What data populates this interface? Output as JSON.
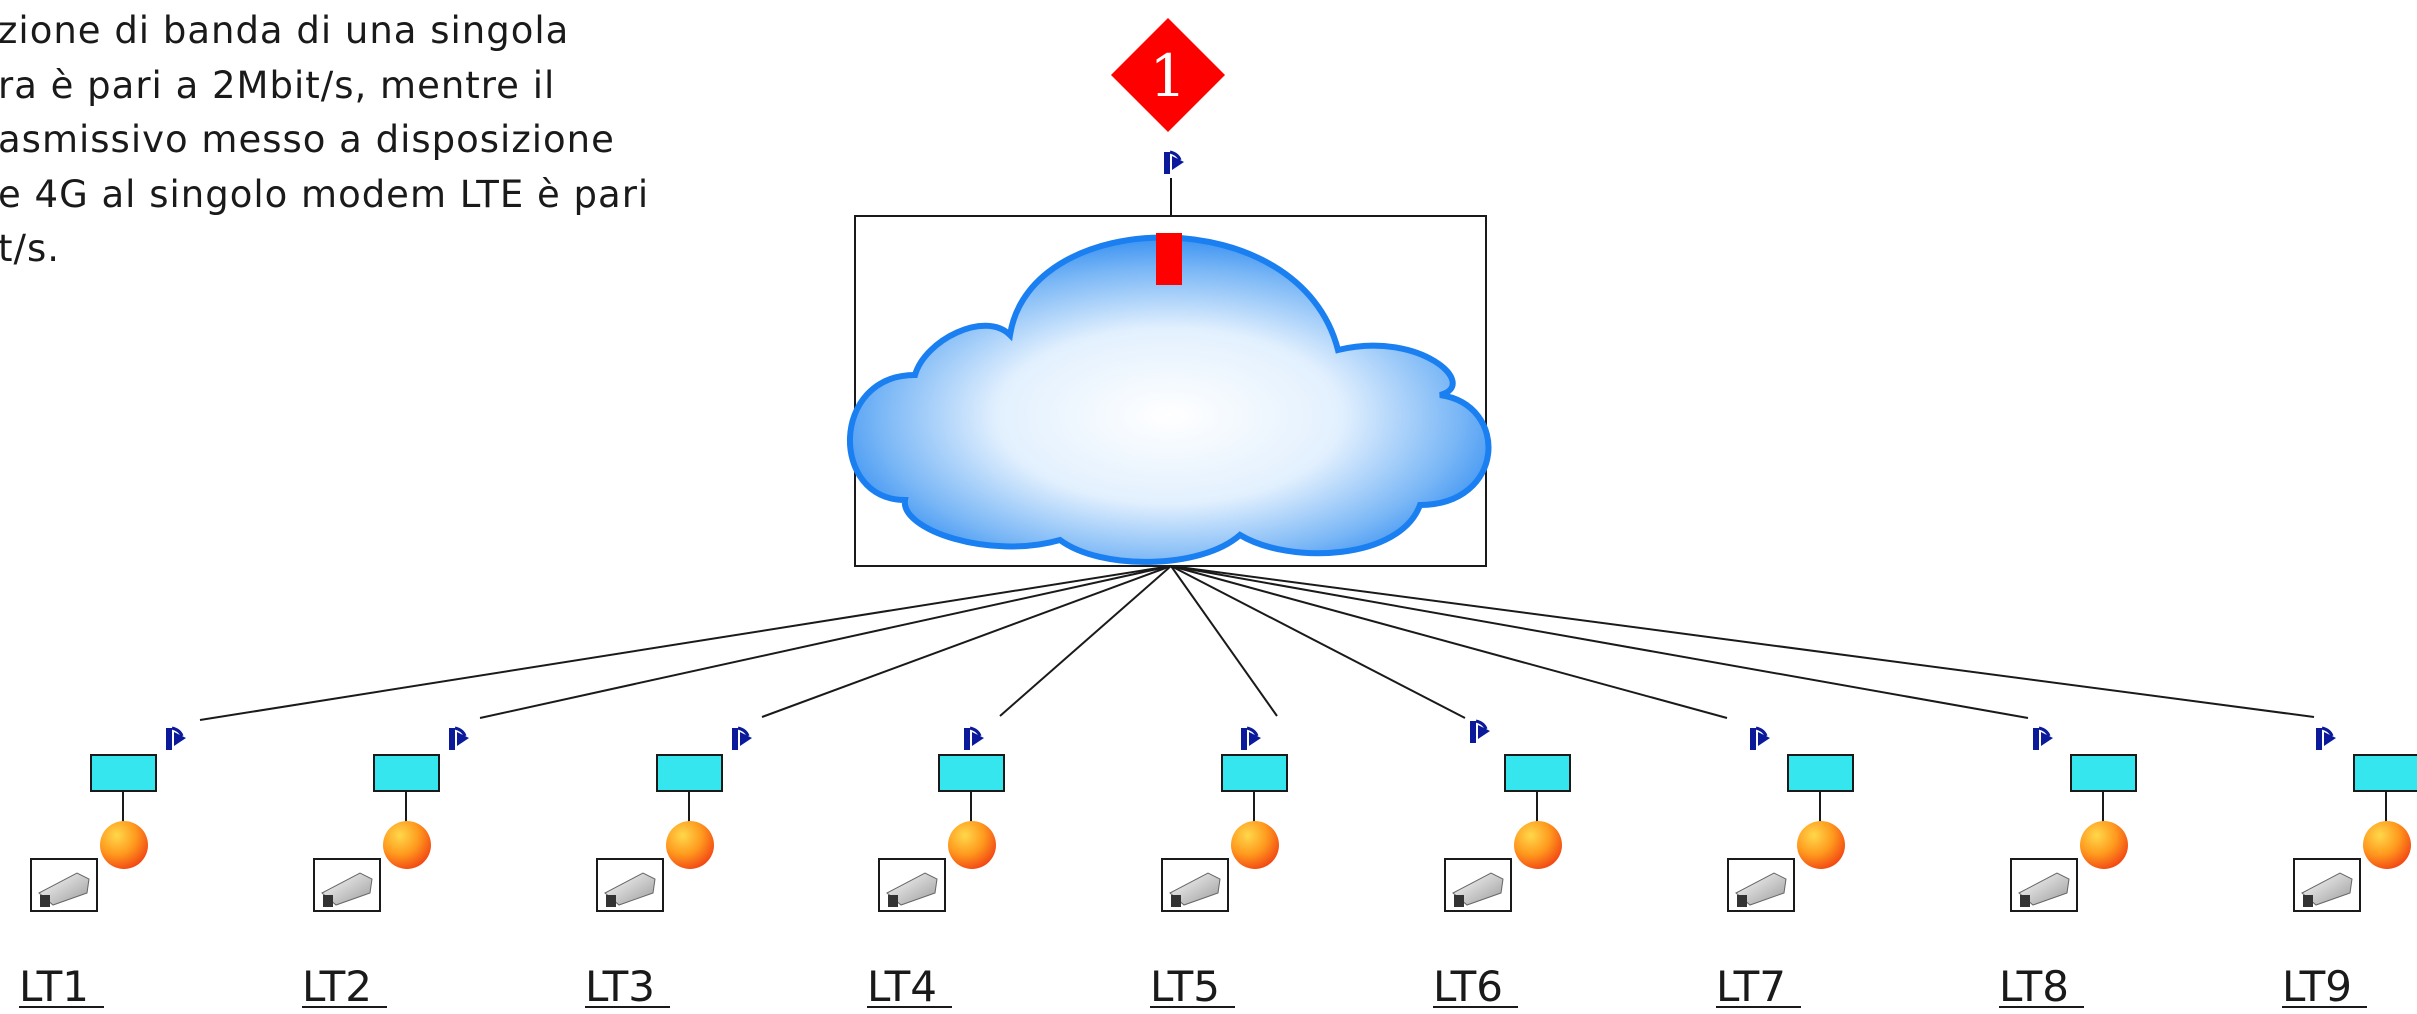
{
  "note": {
    "lines": [
      "zione di banda di una singola",
      "ra è pari a 2Mbit/s, mentre il",
      "asmissivo messo a disposizione",
      "e 4G al singolo modem LTE è pari",
      "t/s."
    ]
  },
  "badge": {
    "number": "1",
    "color": "#ff0000"
  },
  "network": {
    "cloud_color": "#1a7ff0",
    "router_color": "#35e6ee",
    "signal_color": "#0a1a9a"
  },
  "nodes": [
    {
      "label": "LT1"
    },
    {
      "label": "LT2"
    },
    {
      "label": "LT3"
    },
    {
      "label": "LT4"
    },
    {
      "label": "LT5"
    },
    {
      "label": "LT6"
    },
    {
      "label": "LT7"
    },
    {
      "label": "LT8"
    },
    {
      "label": "LT9"
    }
  ]
}
